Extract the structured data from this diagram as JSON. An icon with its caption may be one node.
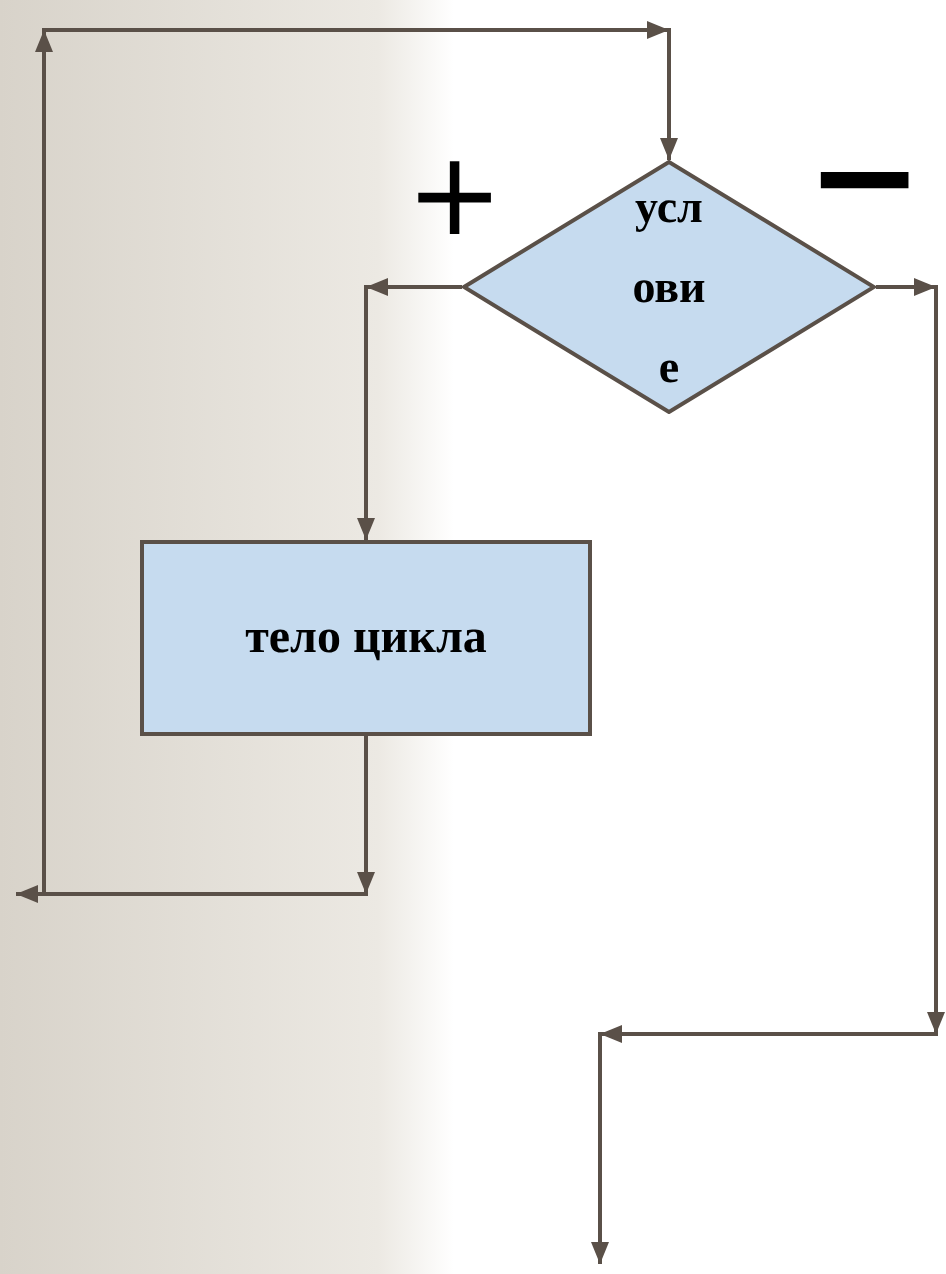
{
  "diagram": {
    "nodes": [
      {
        "text": [
          "условие"
        ]
      },
      {
        "text": [
          "тело цикла"
        ]
      }
    ],
    "edges": [
      {
        "from": 1,
        "to": 0,
        "arrow": "to"
      },
      {
        "from": 0,
        "to": 1,
        "arrow": "to"
      },
      {
        "from": 0,
        "to": null,
        "arrow": "to"
      }
    ],
    "labels": [
      "+",
      "−"
    ]
  }
}
